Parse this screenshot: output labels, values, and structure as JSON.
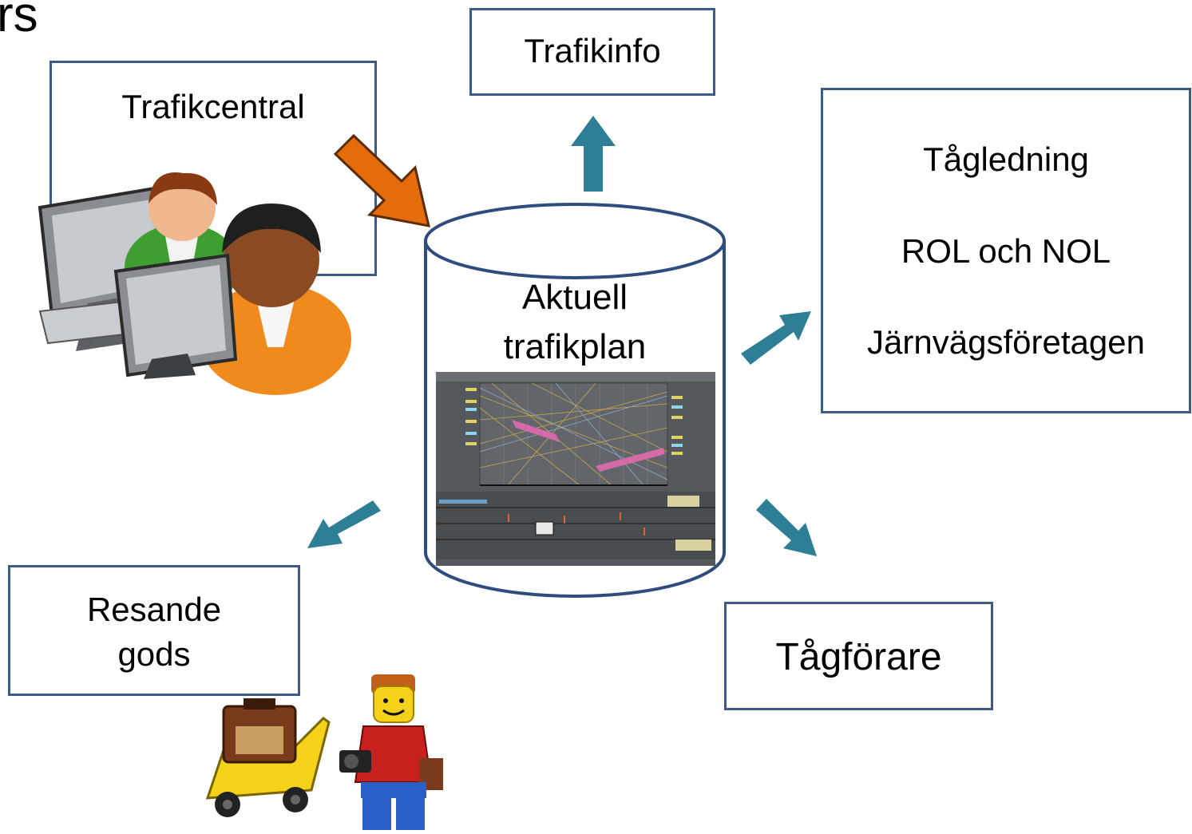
{
  "header": {
    "title_fragment": "rs"
  },
  "nodes": {
    "trafikinfo": "Trafikinfo",
    "trafikcentral": "Trafikcentral",
    "database": {
      "line1": "Aktuell",
      "line2": "trafikplan"
    },
    "right_box": {
      "line1": "Tågledning",
      "line2": "ROL och NOL",
      "line3": "Järnvägsföretagen"
    },
    "resande": {
      "line1": "Resande",
      "line2": "gods"
    },
    "tagforare": "Tågförare"
  },
  "colors": {
    "box_border": "#3a5a8a",
    "arrow_teal": "#2e7f96",
    "arrow_orange": "#e46c0a",
    "screen_bg": "#55585c"
  },
  "icons": [
    "operators-at-computers-icon",
    "traffic-plan-screenshot-icon",
    "lego-traveler-with-luggage-cart-icon"
  ]
}
